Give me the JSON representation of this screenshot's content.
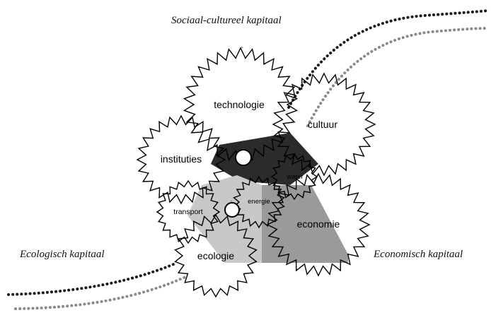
{
  "capitals": {
    "social": "Sociaal-cultureel kapitaal",
    "ecological": "Ecologisch kapitaal",
    "economic": "Economisch kapitaal"
  },
  "gears": {
    "technologie": "technologie",
    "cultuur": "cultuur",
    "instituties": "instituties",
    "water": "water",
    "energie": "energie",
    "transport": "transport",
    "economie": "economie",
    "ecologie": "ecologie"
  },
  "colors": {
    "dark_zone": "#2b2b2b",
    "mid_zone": "#9a9a9a",
    "light_zone": "#c8c8c8",
    "dots_dark": "#1a1a1a",
    "dots_light": "#8a8a8a"
  }
}
